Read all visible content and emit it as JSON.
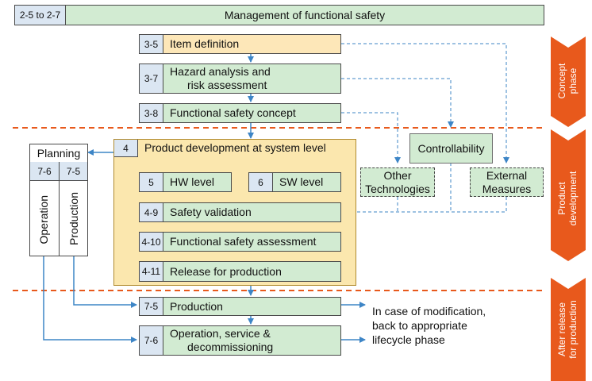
{
  "header": {
    "range": "2-5 to 2-7",
    "title": "Management of functional safety"
  },
  "concept": {
    "item_definition": {
      "num": "3-5",
      "label": "Item definition"
    },
    "hazard_analysis": {
      "num": "3-7",
      "label_line1": "Hazard analysis and",
      "label_line2": "risk assessment"
    },
    "fsc": {
      "num": "3-8",
      "label": "Functional safety concept"
    }
  },
  "system": {
    "num": "4",
    "label": "Product development at system level",
    "hw": {
      "num": "5",
      "label": "HW level"
    },
    "sw": {
      "num": "6",
      "label": "SW level"
    },
    "validation": {
      "num": "4-9",
      "label": "Safety validation"
    },
    "assessment": {
      "num": "4-10",
      "label": "Functional safety assessment"
    },
    "release": {
      "num": "4-11",
      "label": "Release for production"
    }
  },
  "planning": {
    "title": "Planning",
    "col1_num": "7-6",
    "col2_num": "7-5",
    "col1_label": "Operation",
    "col2_label": "Production"
  },
  "external": {
    "controllability": "Controllability",
    "other_line1": "Other",
    "other_line2": "Technologies",
    "measures_line1": "External",
    "measures_line2": "Measures"
  },
  "after": {
    "production": {
      "num": "7-5",
      "label": "Production"
    },
    "operation": {
      "num": "7-6",
      "label_line1": "Operation, service &",
      "label_line2": "decommissioning"
    },
    "note_line1": "In case of modification,",
    "note_line2": "back to appropriate",
    "note_line3": "lifecycle phase"
  },
  "phases": {
    "concept_line1": "Concept",
    "concept_line2": "phase",
    "product_line1": "Product",
    "product_line2": "development",
    "after_line1": "After release",
    "after_line2": "for production"
  },
  "colors": {
    "box_green": "#d2ebd2",
    "box_cream": "#fde7b8",
    "system_gold": "#fbe7ae",
    "number_blue": "#dbe6f2",
    "arrow_blue": "#3d85c6",
    "phase_orange": "#e8591c"
  }
}
